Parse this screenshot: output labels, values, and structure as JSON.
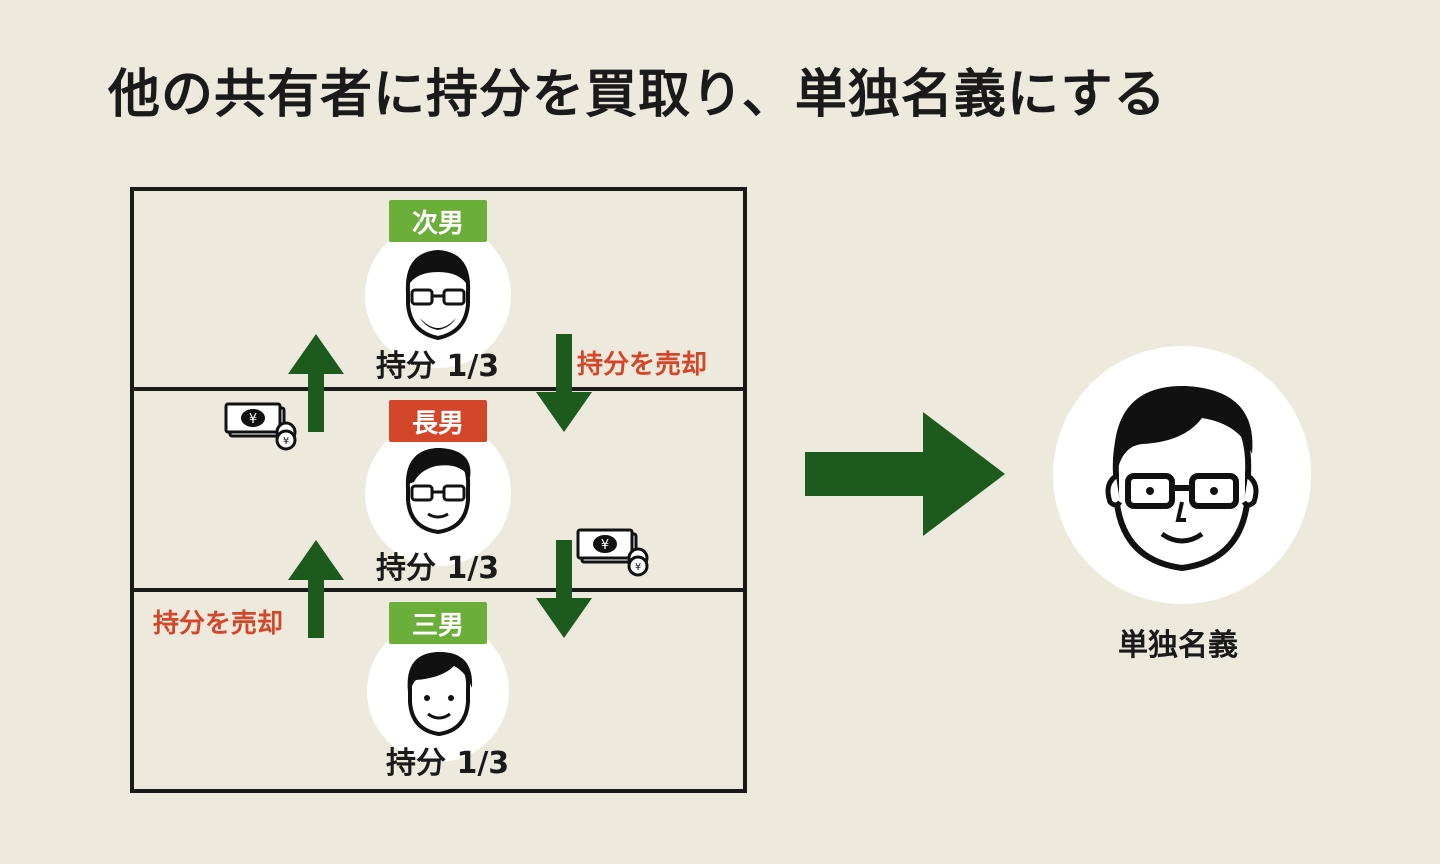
{
  "title": "他の共有者に持分を買取り、単独名義にする",
  "colors": {
    "background": "#edeadd",
    "arrow_green": "#1c5a1e",
    "badge_green": "#6cae3a",
    "badge_red": "#d4462a",
    "sell_text": "#d4462a"
  },
  "owners": [
    {
      "name": "次男",
      "share": "持分 1/3",
      "badge_color": "#6cae3a"
    },
    {
      "name": "長男",
      "share": "持分 1/3",
      "badge_color": "#d4462a"
    },
    {
      "name": "三男",
      "share": "持分 1/3",
      "badge_color": "#6cae3a"
    }
  ],
  "sell_labels": [
    "持分を売却",
    "持分を売却"
  ],
  "sole": {
    "label": "単独名義"
  },
  "icons": [
    "man-glasses-beard-icon",
    "man-glasses-icon",
    "young-man-icon",
    "money-icon",
    "up-arrow-icon",
    "down-arrow-icon",
    "right-arrow-icon"
  ]
}
